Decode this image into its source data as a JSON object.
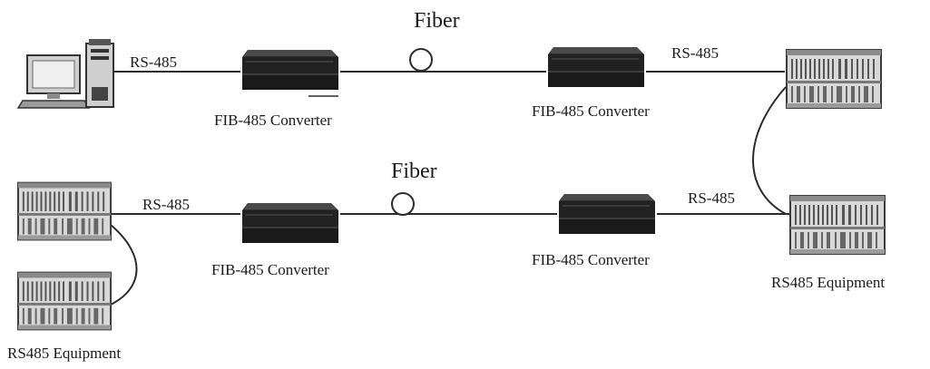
{
  "labels": {
    "fiber_top": "Fiber",
    "fiber_bottom": "Fiber",
    "rs485": "RS-485",
    "converter": "FIB-485 Converter",
    "equipment": "RS485 Equipment"
  },
  "nodes": {
    "computer": "computer-workstation",
    "converter": "fiber-converter",
    "equipment": "rack-equipment"
  },
  "colors": {
    "line": "#2b2b2b",
    "converter_dark": "#1f1f1f",
    "converter_mid": "#3a3a3a",
    "rack_body": "#cfcfcf",
    "rack_dark": "#4a4a4a"
  }
}
